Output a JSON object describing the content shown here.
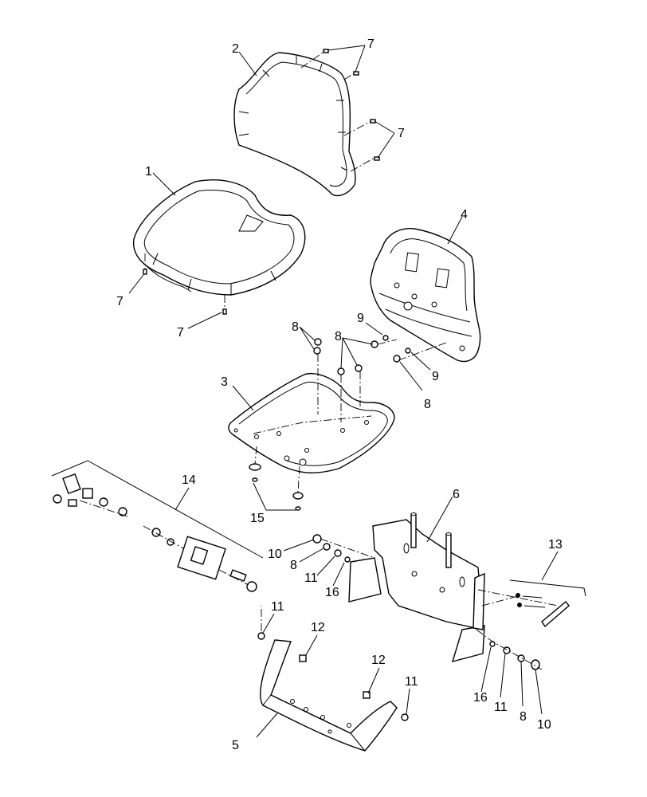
{
  "callouts": {
    "c1": "1",
    "c2": "2",
    "c3": "3",
    "c4": "4",
    "c5": "5",
    "c6": "6",
    "c7a": "7",
    "c7b": "7",
    "c7c": "7",
    "c7d": "7",
    "c8a": "8",
    "c8b": "8",
    "c8c": "8",
    "c8d": "8",
    "c8e": "8",
    "c9a": "9",
    "c9b": "9",
    "c10a": "10",
    "c10b": "10",
    "c11a": "11",
    "c11b": "11",
    "c11c": "11",
    "c11d": "11",
    "c12a": "12",
    "c12b": "12",
    "c13": "13",
    "c14": "14",
    "c15": "15",
    "c16a": "16",
    "c16b": "16"
  }
}
